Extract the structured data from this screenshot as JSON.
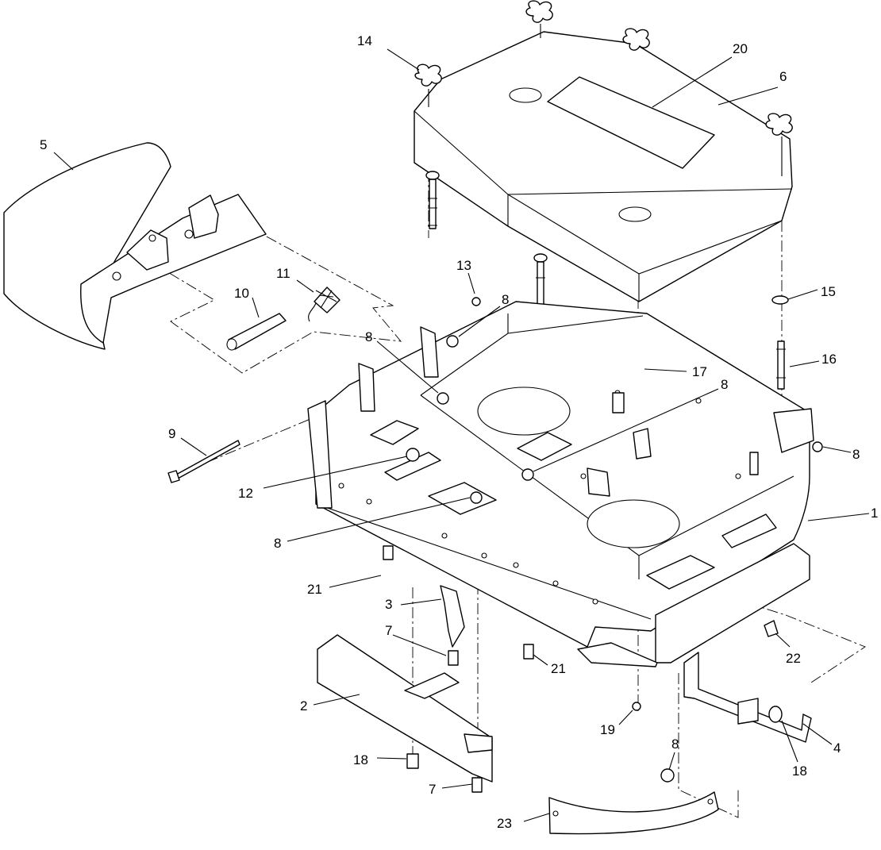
{
  "callouts": [
    {
      "id": "c14",
      "label": "14"
    },
    {
      "id": "c20",
      "label": "20"
    },
    {
      "id": "c6",
      "label": "6"
    },
    {
      "id": "c5",
      "label": "5"
    },
    {
      "id": "c13",
      "label": "13"
    },
    {
      "id": "c11",
      "label": "11"
    },
    {
      "id": "c10",
      "label": "10"
    },
    {
      "id": "c8a",
      "label": "8"
    },
    {
      "id": "c15",
      "label": "15"
    },
    {
      "id": "c8b",
      "label": "8"
    },
    {
      "id": "c16",
      "label": "16"
    },
    {
      "id": "c17",
      "label": "17"
    },
    {
      "id": "c8c",
      "label": "8"
    },
    {
      "id": "c9",
      "label": "9"
    },
    {
      "id": "c8d",
      "label": "8"
    },
    {
      "id": "c12",
      "label": "12"
    },
    {
      "id": "c1",
      "label": "1"
    },
    {
      "id": "c8e",
      "label": "8"
    },
    {
      "id": "c21a",
      "label": "21"
    },
    {
      "id": "c3",
      "label": "3"
    },
    {
      "id": "c7a",
      "label": "7"
    },
    {
      "id": "c22",
      "label": "22"
    },
    {
      "id": "c21b",
      "label": "21"
    },
    {
      "id": "c2",
      "label": "2"
    },
    {
      "id": "c19",
      "label": "19"
    },
    {
      "id": "c8f",
      "label": "8"
    },
    {
      "id": "c4",
      "label": "4"
    },
    {
      "id": "c18a",
      "label": "18"
    },
    {
      "id": "c18b",
      "label": "18"
    },
    {
      "id": "c7b",
      "label": "7"
    },
    {
      "id": "c23",
      "label": "23"
    }
  ]
}
